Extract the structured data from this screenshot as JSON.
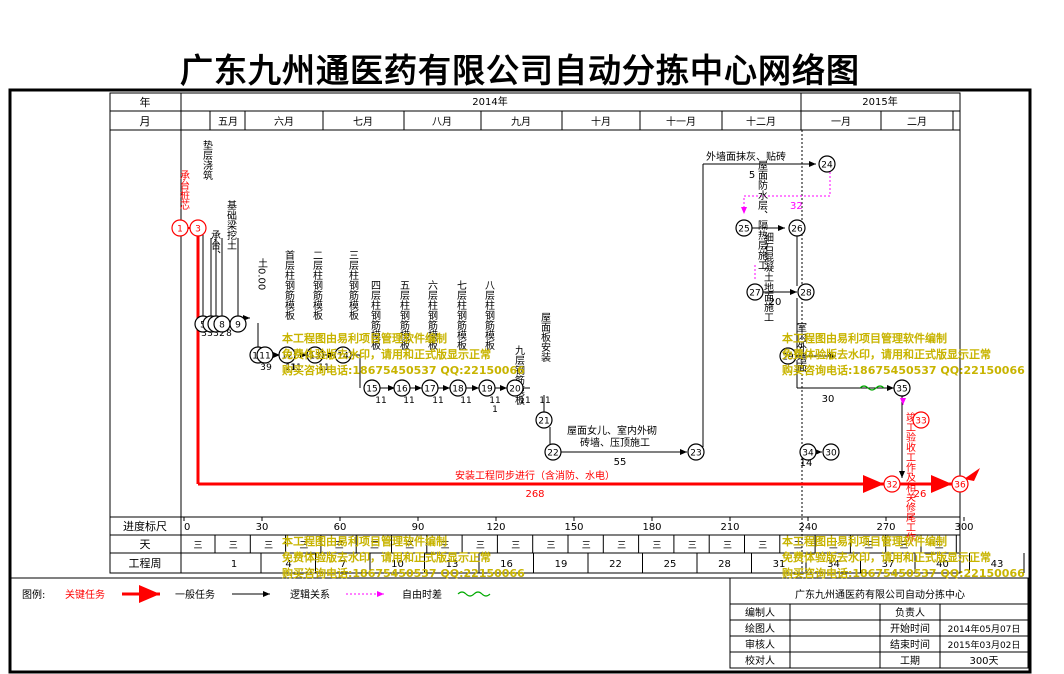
{
  "title": "广东九州通医药有限公司自动分拣中心网络图",
  "header": {
    "year_label": "年",
    "month_label": "月",
    "years": [
      "2014年",
      "2015年"
    ],
    "months": [
      "五月",
      "六月",
      "七月",
      "八月",
      "九月",
      "十月",
      "十一月",
      "十二月",
      "一月",
      "二月"
    ]
  },
  "bottom_rows": {
    "scale_label": "进度标尺",
    "day_label": "天",
    "week_label": "工程周",
    "scale_ticks": [
      "0",
      "30",
      "60",
      "90",
      "120",
      "150",
      "180",
      "210",
      "240",
      "270",
      "300"
    ],
    "day_mark": "三",
    "week_ticks": [
      "1",
      "4",
      "7",
      "10",
      "13",
      "16",
      "19",
      "22",
      "25",
      "28",
      "31",
      "34",
      "37",
      "40",
      "43"
    ]
  },
  "tasks": {
    "bottom_label": "安装工程同步进行（含消防、水电）",
    "bottom_duration": "268",
    "wall_label": "外墙面抹灰、贴砖",
    "roof_label_1": "屋面女儿、室内外砌",
    "roof_label_2": "砖墙、压顶施工",
    "roof_duration": "55",
    "free_float": "32",
    "dur_20": "20",
    "dur_30": "30",
    "dur_14": "14",
    "dur_26": "26",
    "dur_5": "5",
    "vertical_labels": [
      "承台桩芯",
      "垫层浇筑",
      "基础梁挖土",
      "承台、",
      "土0.00",
      "首层柱钢筋模板",
      "二层柱钢筋模板",
      "三层柱钢筋模板",
      "四层柱钢筋模板",
      "五层柱钢筋模板",
      "六层柱钢筋模板",
      "七层柱钢筋模板",
      "八层柱钢筋模板",
      "九层钢筋模板",
      "屋面板安装",
      "屋面防水层、隔热层施工",
      "细石混凝土地面施工",
      "室内外墙面",
      "竣工验收工作及相关修尾工作"
    ],
    "small_numbers": [
      "3",
      "3",
      "3",
      "2",
      "8",
      "3",
      "9",
      "11",
      "11",
      "11",
      "11",
      "11",
      "11",
      "11",
      "11",
      "11",
      "11",
      "1"
    ]
  },
  "nodes": [
    "1",
    "3",
    "5",
    "6",
    "7",
    "8",
    "9",
    "10",
    "11",
    "12",
    "13",
    "14",
    "15",
    "16",
    "17",
    "18",
    "19",
    "20",
    "21",
    "22",
    "23",
    "24",
    "25",
    "26",
    "27",
    "28",
    "29",
    "30",
    "32",
    "33",
    "34",
    "35",
    "36"
  ],
  "legend": {
    "label": "图例:",
    "critical": "关键任务",
    "normal": "一般任务",
    "logic": "逻辑关系",
    "free": "自由时差"
  },
  "info": {
    "company": "广东九州通医药有限公司自动分拣中心",
    "editor": "编制人",
    "manager": "负责人",
    "drawer": "绘图人",
    "start_label": "开始时间",
    "start_value": "2014年05月07日",
    "reviewer": "审核人",
    "end_label": "结束时间",
    "end_value": "2015年03月02日",
    "checker": "校对人",
    "duration_label": "工期",
    "duration_value": "300天"
  },
  "watermark": {
    "line1": "本工程图由易利项目管理软件编制",
    "line2": "免费体验版去水印，请用和正式版显示正常",
    "line3": "购买咨询电话:18675450537 QQ:22150066"
  },
  "colors": {
    "critical": "#ff0000",
    "normal": "#000000",
    "logic": "#000000",
    "free_float": "#ff00ff",
    "wavy": "#00aa00",
    "watermark": "#c8b400"
  }
}
